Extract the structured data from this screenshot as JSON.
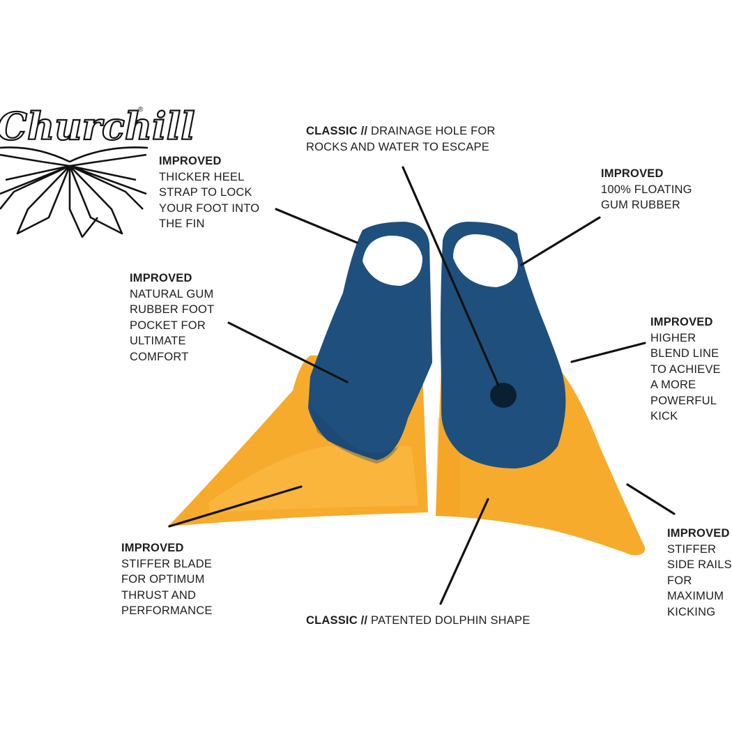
{
  "brand": {
    "logo_text": "Churchill",
    "registered_mark": "®"
  },
  "colors": {
    "blue": "#1f4f7d",
    "blue_dark": "#163e66",
    "orange": "#f7ab2c",
    "orange_light": "#fbbd4a",
    "leader_line": "#111111"
  },
  "callouts": {
    "heel_strap": {
      "heading": "IMPROVED",
      "lines": [
        "THICKER HEEL",
        "STRAP TO LOCK",
        "YOUR FOOT INTO",
        "THE FIN"
      ]
    },
    "drainage": {
      "heading": "CLASSIC //",
      "first_line": "DRAINAGE HOLE FOR",
      "lines": [
        "ROCKS AND WATER TO ESCAPE"
      ]
    },
    "floating": {
      "heading": "IMPROVED",
      "lines": [
        "100% FLOATING",
        "GUM RUBBER"
      ]
    },
    "foot_pocket": {
      "heading": "IMPROVED",
      "lines": [
        "NATURAL GUM",
        "RUBBER FOOT",
        "POCKET FOR",
        "ULTIMATE",
        "COMFORT"
      ]
    },
    "blend_line": {
      "heading": "IMPROVED",
      "lines": [
        "HIGHER",
        "BLEND LINE",
        "TO ACHIEVE",
        "A MORE",
        "POWERFUL",
        "KICK"
      ]
    },
    "blade": {
      "heading": "IMPROVED",
      "lines": [
        "STIFFER BLADE",
        "FOR OPTIMUM",
        "THRUST AND",
        "PERFORMANCE"
      ]
    },
    "side_rails": {
      "heading": "IMPROVED",
      "lines": [
        "STIFFER",
        "SIDE RAILS",
        "FOR",
        "MAXIMUM",
        "KICKING"
      ]
    },
    "dolphin": {
      "heading": "CLASSIC //",
      "first_line": "PATENTED DOLPHIN SHAPE"
    }
  }
}
